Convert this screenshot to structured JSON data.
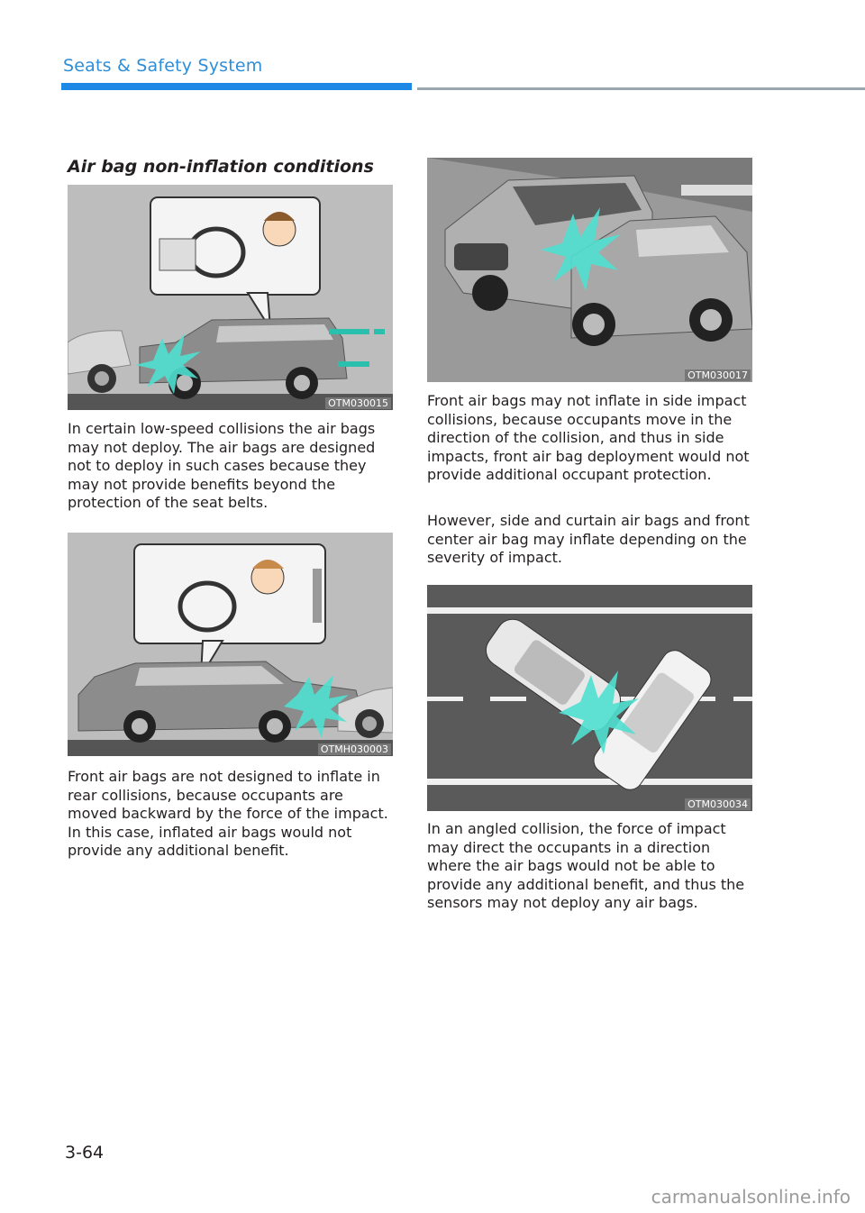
{
  "header": {
    "title": "Seats & Safety System"
  },
  "section_title": "Air bag non-inflation conditions",
  "figures": [
    {
      "code": "OTM030015",
      "caption": "In certain low-speed collisions the air bags may not deploy. The air bags are designed not to deploy in such cases because they may not provide benefits beyond the protection of the seat belts."
    },
    {
      "code": "OTMH030003",
      "caption": "Front air bags are not designed to inflate in rear collisions, because occupants are moved backward by the force of the impact. In this case, inflated air bags would not provide any additional benefit."
    },
    {
      "code": "OTM030017",
      "caption": "Front air bags may not inflate in side impact collisions, because occupants move in the direction of the collision, and thus in side impacts, front air bag deployment would not provide additional occupant protection."
    },
    {
      "code": "OTM030034",
      "caption": "In an angled collision, the force of impact may direct the occupants in a direction where the air bags would not be able to provide any additional benefit, and thus the sensors may not deploy any air bags."
    }
  ],
  "extra_paragraph": "However, side and curtain air bags and front center air bag may inflate depending on the severity of impact.",
  "page_number": "3-64",
  "watermark": "carmanualsonline.info",
  "colors": {
    "accent": "#1e88e5",
    "header_text": "#2f8ed8",
    "impact": "#4fe0d0"
  }
}
